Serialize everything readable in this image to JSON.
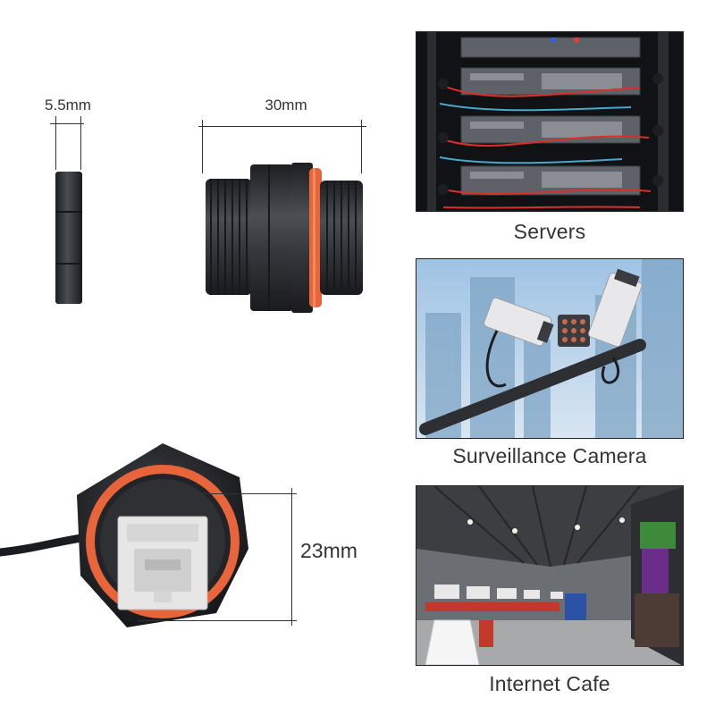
{
  "dimensions": {
    "thickness": "5.5mm",
    "length": "30mm",
    "height": "23mm"
  },
  "applications": [
    {
      "caption": "Servers"
    },
    {
      "caption": "Surveillance Camera"
    },
    {
      "caption": "Internet Cafe"
    }
  ],
  "colors": {
    "connector_body": "#2b2d30",
    "seal_ring": "#e8643a",
    "jack": "#e6e6e6"
  }
}
